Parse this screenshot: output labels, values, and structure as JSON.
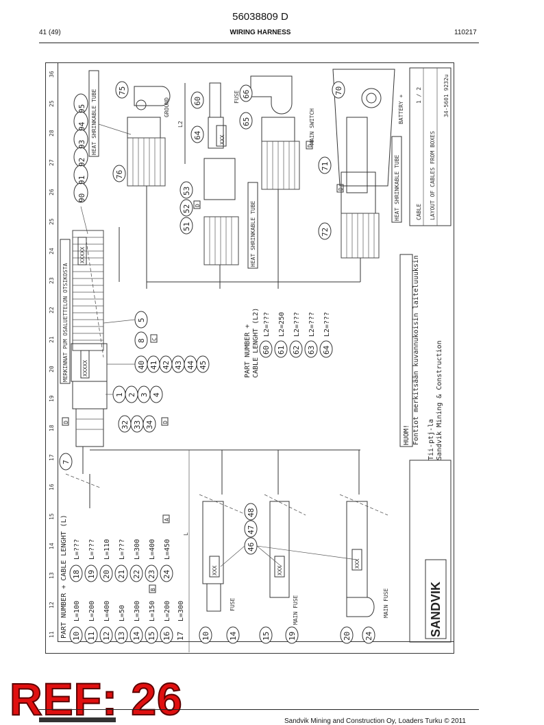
{
  "header": {
    "doc_number": "56038809 D",
    "page_info": "41 (49)",
    "section_title": "WIRING HARNESS",
    "date": "110217"
  },
  "drawing": {
    "grid_cols": [
      "36",
      "25",
      "28",
      "27",
      "26",
      "25",
      "24",
      "23",
      "22",
      "21",
      "20",
      "19",
      "18",
      "17",
      "16",
      "15",
      "14",
      "13",
      "12",
      "11"
    ],
    "top_callouts": [
      "90",
      "91",
      "92",
      "93",
      "94",
      "95"
    ],
    "labels": {
      "heat_tube_1": "HEAT SHRINKABLE TUBE",
      "heat_tube_2": "HEAT SHRINKABLE TUBE",
      "heat_tube_3": "HEAT SHRINKABLE TUBE",
      "ground": "GROUND",
      "fuse_top": "FUSE",
      "main_switch": "MAIN SWITCH",
      "battery": "BATTERY +",
      "l2": "L2",
      "xxx": "XXX",
      "xxxxx": "XXXXX",
      "marking": "MERKINNAT PUM OSALUETTELON OTSIKOSTA",
      "fuse_bottom": "FUSE",
      "main_fuse_1": "MAIN FUSE",
      "main_fuse_2": "MAIN FUSE",
      "l_dim": "L",
      "d": "D",
      "c": "C",
      "b": "B",
      "a": "A"
    },
    "callouts": {
      "c75": "75",
      "c76": "76",
      "c60": "60",
      "c64": "64",
      "c66": "66",
      "c65": "65",
      "c70": "70",
      "c71": "71",
      "c72": "72",
      "c51": "51",
      "c52": "52",
      "c53": "53",
      "c5": "5",
      "c8": "8",
      "c40": "40",
      "c41": "41",
      "c42": "42",
      "c43": "43",
      "c44": "44",
      "c45": "45",
      "c1": "1",
      "c2": "2",
      "c3": "3",
      "c4": "4",
      "c32": "32",
      "c33": "33",
      "c34": "34",
      "c7": "7",
      "c46": "46",
      "c47": "47",
      "c48": "48",
      "c10b": "10",
      "c14b": "14",
      "c15b": "15",
      "c19b": "19",
      "c20b": "20",
      "c24b": "24"
    },
    "l2_table": {
      "title1": "PART NUMBER +",
      "title2": "CABLE LENGHT (L2)",
      "rows": [
        {
          "num": "60",
          "val": "L2=???"
        },
        {
          "num": "61",
          "val": "L2=250"
        },
        {
          "num": "62",
          "val": "L2=???"
        },
        {
          "num": "63",
          "val": "L2=???"
        },
        {
          "num": "64",
          "val": "L2=???"
        }
      ]
    },
    "l_table": {
      "title": "PART NUMBER + CABLE LENGHT (L)",
      "col1": [
        {
          "num": "10",
          "val": "L=100"
        },
        {
          "num": "11",
          "val": "L=200"
        },
        {
          "num": "12",
          "val": "L=400"
        },
        {
          "num": "13",
          "val": "L=50"
        },
        {
          "num": "14",
          "val": "L=300"
        },
        {
          "num": "15",
          "val": "L=150"
        },
        {
          "num": "16",
          "val": "L=200"
        },
        {
          "num": "17",
          "val": "L=300"
        }
      ],
      "col2": [
        {
          "num": "18",
          "val": "L=???"
        },
        {
          "num": "19",
          "val": "L=???"
        },
        {
          "num": "20",
          "val": "L=110"
        },
        {
          "num": "21",
          "val": "L=???"
        },
        {
          "num": "22",
          "val": "L=300"
        },
        {
          "num": "23",
          "val": "L=400"
        },
        {
          "num": "24",
          "val": "L=450"
        }
      ]
    },
    "notes": {
      "note_title": "HUOM!",
      "note_text": "Fontiot merkitsään kuvannukoisin laiteluuuksin"
    },
    "title_block": {
      "company": "SANDVIK",
      "line1": "Tii-ptj-la",
      "line2": "Sandvik Mining & Construction",
      "drawing_title": "LAYOUT OF CABLES FROM BOXES",
      "cable_label": "CABLE",
      "sheet": "1 / 2",
      "drawing_no": "34-5601 9232u"
    }
  },
  "stamp": {
    "text": "REF: 26"
  },
  "footer": {
    "text": "Sandvik Mining and Construction Oy, Loaders Turku © 2011"
  },
  "colors": {
    "stamp_red": "#e01010",
    "line": "#333333"
  }
}
